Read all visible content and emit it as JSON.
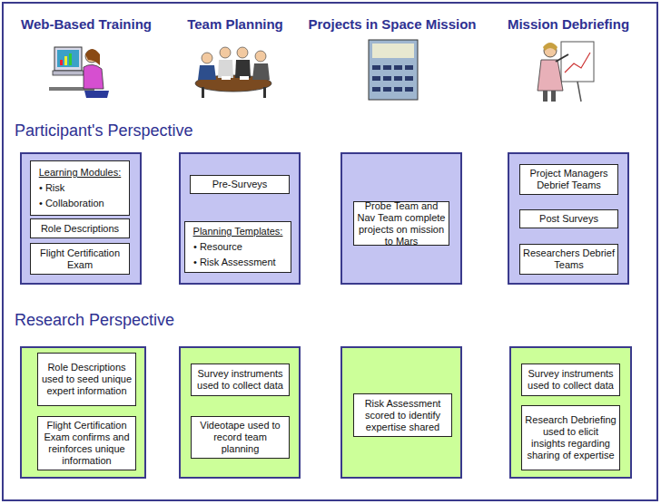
{
  "diagram": {
    "nodes": [
      {
        "text": []
      },
      {
        "text": [
          "Learning Modules:",
          "• Risk",
          "• Collaboration"
        ],
        "in": 0
      },
      {
        "text": [
          "Role Descriptions"
        ],
        "in": 0
      },
      {
        "text": [
          "Flight Certification Exam"
        ],
        "in": 0
      },
      {
        "text": []
      },
      {
        "text": [
          "Pre-Surveys"
        ],
        "in": 4
      },
      {
        "text": [
          "Planning Templates:",
          "• Resource",
          "• Risk Assessment"
        ],
        "in": 4
      },
      {
        "text": []
      },
      {
        "text": [
          "Probe Team and Nav Team complete projects on mission to Mars"
        ],
        "in": 7
      },
      {
        "text": []
      },
      {
        "text": [
          "Project Managers Debrief Teams"
        ],
        "in": 9
      },
      {
        "text": [
          "Post Surveys"
        ],
        "in": 9
      },
      {
        "text": [
          "Researchers Debrief Teams"
        ],
        "in": 9
      },
      {
        "text": []
      },
      {
        "text": [
          "Role Descriptions used to seed unique expert information"
        ],
        "in": 13
      },
      {
        "text": [
          "Flight Certification Exam confirms and reinforces unique information"
        ],
        "in": 13
      },
      {
        "text": []
      },
      {
        "text": [
          "Survey instruments used to collect data"
        ],
        "in": 16
      },
      {
        "text": [
          "Videotape used to record team planning"
        ],
        "in": 16
      },
      {
        "text": []
      },
      {
        "text": [
          "Risk Assessment scored to identify expertise shared"
        ],
        "in": 19
      },
      {
        "text": []
      },
      {
        "text": [
          "Survey instruments used to collect data"
        ],
        "in": 21
      },
      {
        "text": [
          "Research Debriefing used to elicit insights regarding sharing of expertise"
        ],
        "in": 21
      }
    ],
    "labels": [
      "Web-Based Training",
      "Team Planning",
      "Projects in Space Mission",
      "Mission Debriefing",
      "Participant's Perspective",
      "Research Perspective"
    ]
  }
}
